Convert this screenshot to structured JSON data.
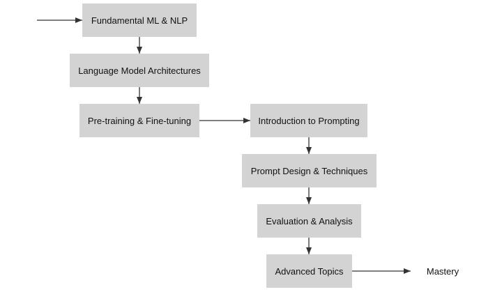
{
  "diagram": {
    "nodes": [
      {
        "id": "n1",
        "label": "Fundamental ML & NLP"
      },
      {
        "id": "n2",
        "label": "Language Model Architectures"
      },
      {
        "id": "n3",
        "label": "Pre-training & Fine-tuning"
      },
      {
        "id": "n4",
        "label": "Introduction to Prompting"
      },
      {
        "id": "n5",
        "label": "Prompt Design & Techniques"
      },
      {
        "id": "n6",
        "label": "Evaluation & Analysis"
      },
      {
        "id": "n7",
        "label": "Advanced Topics"
      }
    ],
    "end_label": "Mastery",
    "edges": [
      {
        "from": "start",
        "to": "n1"
      },
      {
        "from": "n1",
        "to": "n2"
      },
      {
        "from": "n2",
        "to": "n3"
      },
      {
        "from": "n3",
        "to": "n4"
      },
      {
        "from": "n4",
        "to": "n5"
      },
      {
        "from": "n5",
        "to": "n6"
      },
      {
        "from": "n6",
        "to": "n7"
      },
      {
        "from": "n7",
        "to": "end"
      }
    ],
    "colors": {
      "node_fill": "#d3d3d3",
      "edge": "#333333",
      "text": "#111111"
    }
  }
}
